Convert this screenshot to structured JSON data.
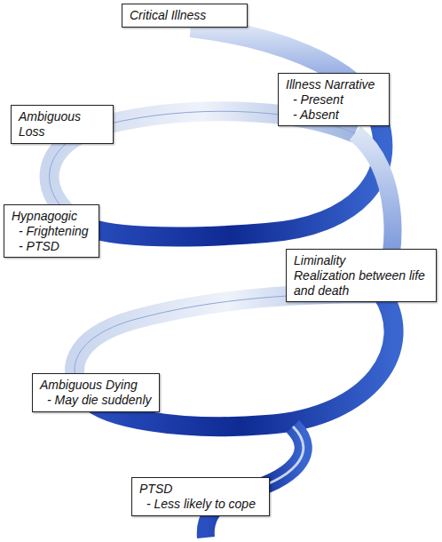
{
  "diagram": {
    "nodes": [
      {
        "text": [
          "Critical Illness"
        ]
      },
      {
        "text": [
          "Illness Narrative",
          "- Present",
          "- Absent"
        ]
      },
      {
        "text": [
          "Ambiguous Loss"
        ]
      },
      {
        "text": [
          "Hypnagogic",
          "- Frightening",
          "- PTSD"
        ]
      },
      {
        "text": [
          "Liminality",
          "Realization between life and death"
        ]
      },
      {
        "text": [
          "Ambiguous Dying",
          "- May die suddenly"
        ]
      },
      {
        "text": [
          "PTSD",
          "- Less likely to cope"
        ]
      }
    ]
  }
}
